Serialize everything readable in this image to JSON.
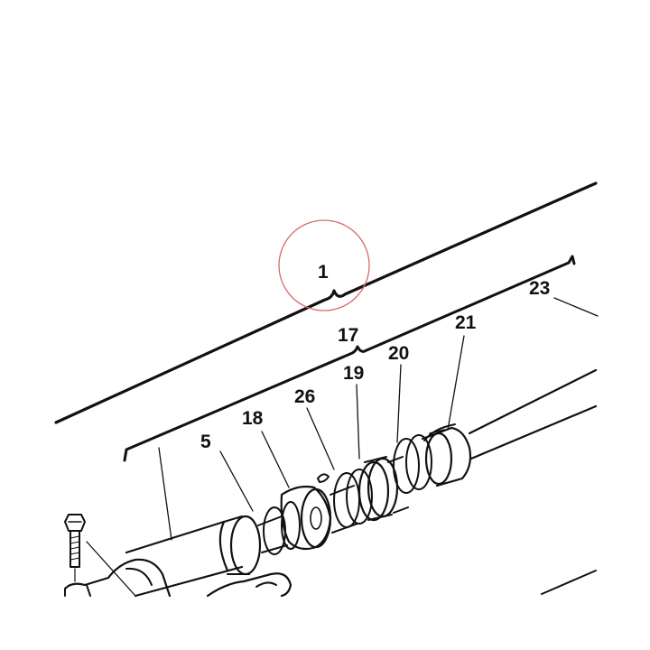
{
  "diagram": {
    "colors": {
      "ink": "#111111",
      "paper": "#ffffff",
      "highlight_circle": "#d86a6a"
    },
    "callouts": {
      "c1": "1",
      "c17": "17",
      "c23": "23",
      "c21": "21",
      "c20": "20",
      "c19": "19",
      "c26": "26",
      "c18": "18",
      "c5": "5"
    }
  }
}
